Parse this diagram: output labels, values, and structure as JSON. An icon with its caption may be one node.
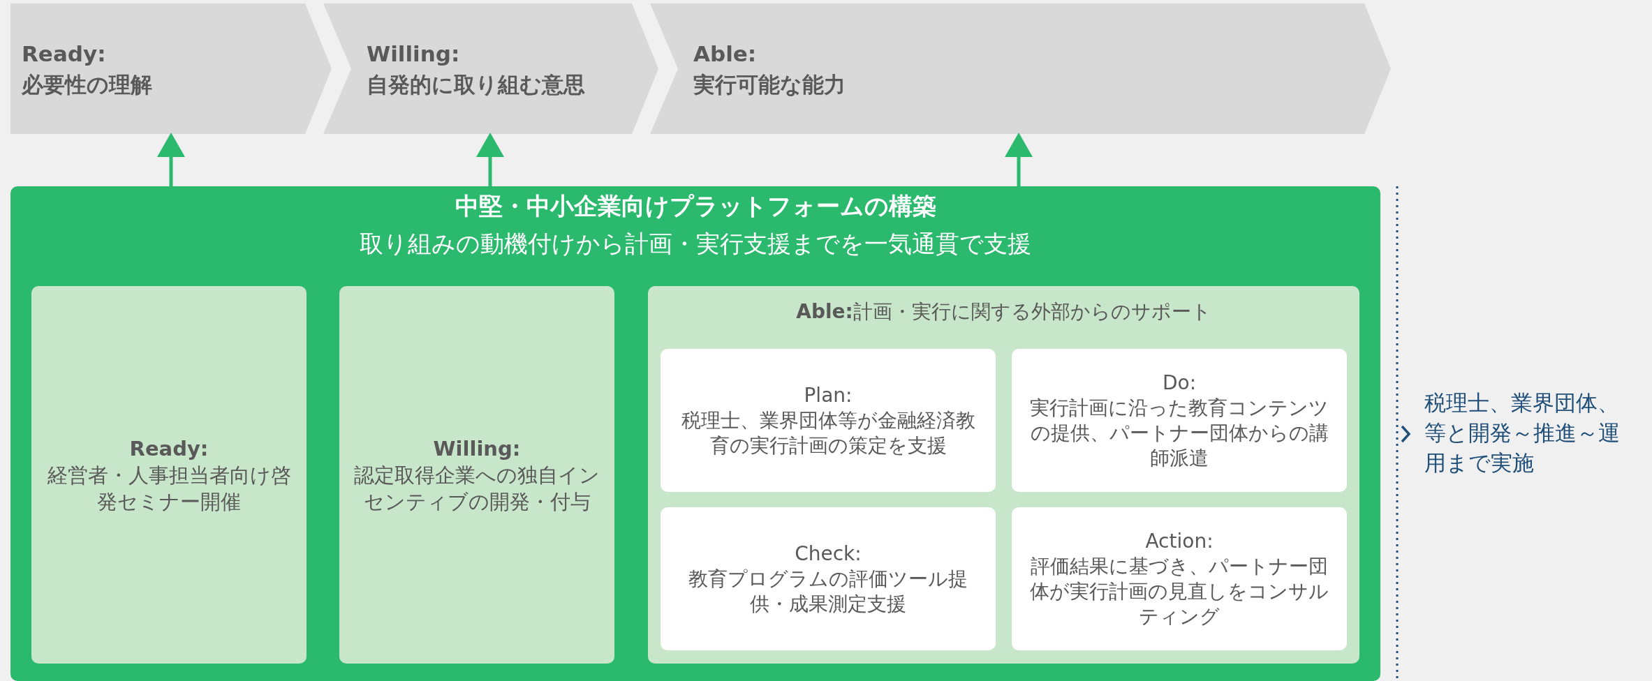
{
  "diagram": {
    "nodes": [
      {
        "text": [
          "Ready:",
          "必要性の理解"
        ]
      },
      {
        "text": [
          "Willing:",
          "自発的に取り組む意思"
        ]
      },
      {
        "text": [
          "Able:",
          "実行可能な能力"
        ]
      },
      {
        "text": [
          "中堅・中小企業向けプラットフォームの構築",
          "取り組みの動機付けから計画・実行支援までを一気通貫で支援"
        ]
      },
      {
        "text": [
          "Ready:",
          "経営者・人事担当者向け啓発セミナー開催"
        ],
        "in": 3
      },
      {
        "text": [
          "Willing:",
          "認定取得企業への独自インセンティブの開発・付与"
        ],
        "in": 3
      },
      {
        "text": [
          "**Able:**計画・実行に関する外部からのサポート"
        ],
        "in": 3
      },
      {
        "text": [
          "Plan:",
          "税理士、業界団体等が金融経済教育の実行計画の策定を支援"
        ],
        "in": 6
      },
      {
        "text": [
          "Do:",
          "実行計画に沿った教育コンテンツの提供、パートナー団体からの講師派遣"
        ],
        "in": 6
      },
      {
        "text": [
          "Check:",
          "教育プログラムの評価ツール提供・成果測定支援"
        ],
        "in": 6
      },
      {
        "text": [
          "Action:",
          "評価結果に基づき、パートナー団体が実行計画の見直しをコンサルティング"
        ],
        "in": 6
      }
    ],
    "edges": [
      {
        "from": 3,
        "to": 0,
        "arrow": "to"
      },
      {
        "from": 3,
        "to": 1,
        "arrow": "to"
      },
      {
        "from": 3,
        "to": 2,
        "arrow": "to"
      }
    ],
    "labels": [
      "税理士、業界団体、等と開発～推進～運用まで実施"
    ]
  }
}
